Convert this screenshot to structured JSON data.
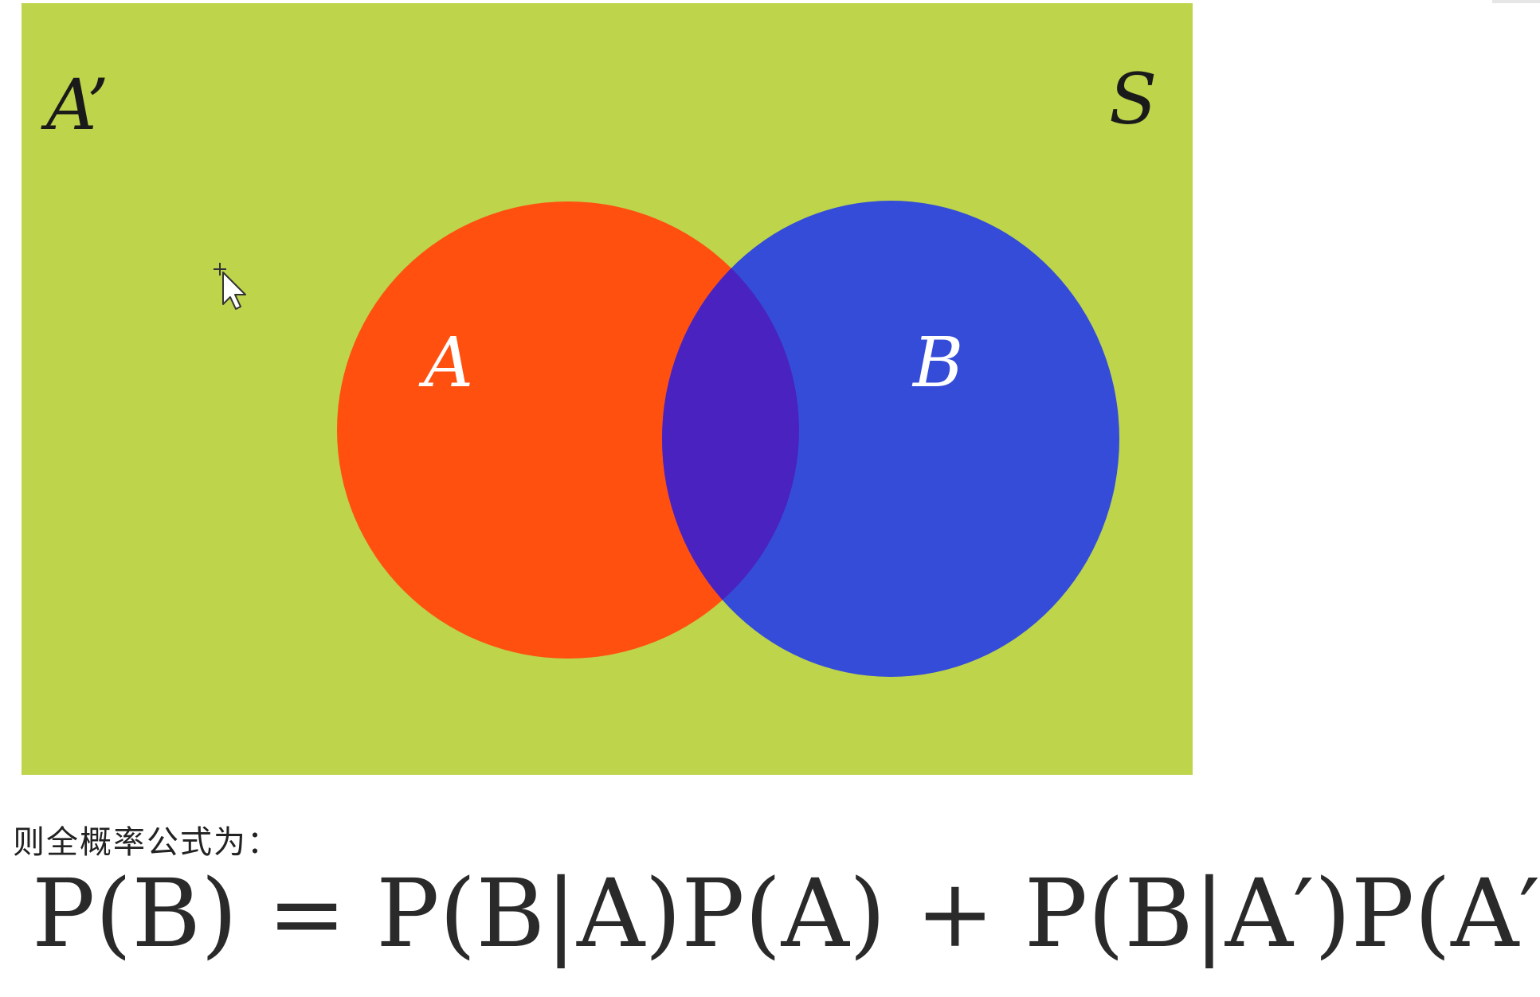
{
  "diagram": {
    "colors": {
      "universe": "#BDD44B",
      "set_a": "#FF5010",
      "set_b": "#344CD8",
      "intersection": "#4A22C0",
      "outer_labels": "#1a1a1a",
      "inner_labels": "#ffffff"
    },
    "labels": {
      "complement_a": "A’",
      "universe_s": "S",
      "set_a": "A",
      "set_b": "B"
    },
    "cursor_icon": "move-pointer-icon"
  },
  "caption": "则全概率公式为：",
  "formula": {
    "text": "P(B) = P(B|A)P(A) + P(B|A′)P(A′)"
  }
}
